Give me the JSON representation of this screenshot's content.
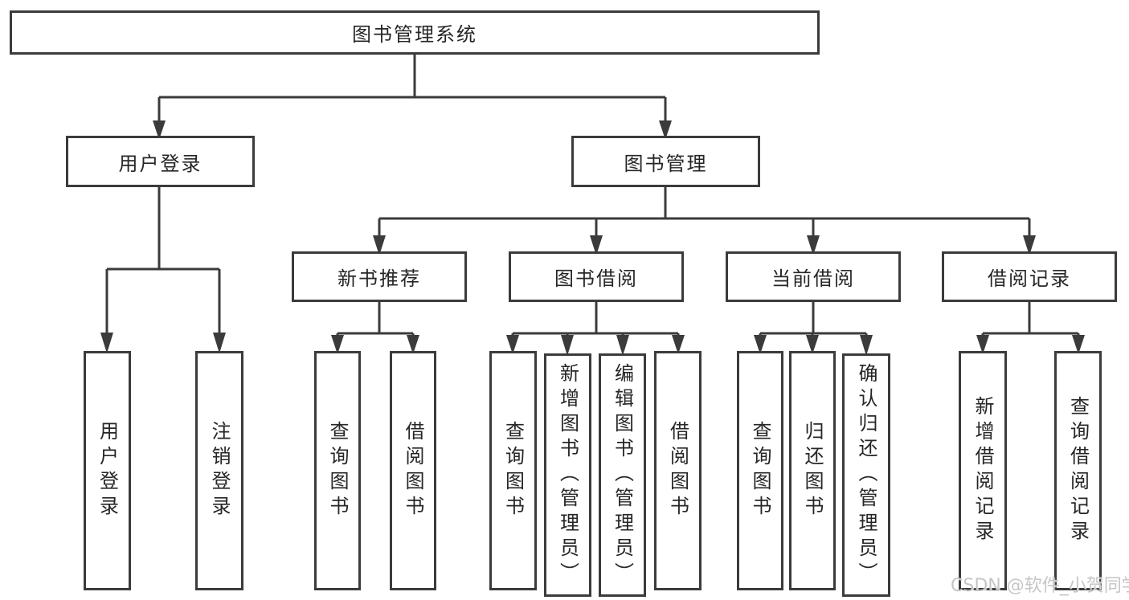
{
  "title": "图书管理系统",
  "tree": {
    "label": "图书管理系统",
    "children": [
      {
        "label": "用户登录",
        "children": [
          {
            "label": "用户登录"
          },
          {
            "label": "注销登录"
          }
        ]
      },
      {
        "label": "图书管理",
        "children": [
          {
            "label": "新书推荐",
            "children": [
              {
                "label": "查询图书"
              },
              {
                "label": "借阅图书"
              }
            ]
          },
          {
            "label": "图书借阅",
            "children": [
              {
                "label": "查询图书"
              },
              {
                "label": "新增图书（管理员）"
              },
              {
                "label": "编辑图书（管理员）"
              },
              {
                "label": "借阅图书"
              }
            ]
          },
          {
            "label": "当前借阅",
            "children": [
              {
                "label": "查询图书"
              },
              {
                "label": "归还图书"
              },
              {
                "label": "确认归还（管理员）"
              }
            ]
          },
          {
            "label": "借阅记录",
            "children": [
              {
                "label": "新增借阅记录"
              },
              {
                "label": "查询借阅记录"
              }
            ]
          }
        ]
      }
    ]
  },
  "watermark": "CSDN @软件_小贺同学",
  "colors": {
    "line": "#3b3b3b",
    "text": "#262626",
    "background": "#ffffff",
    "watermark": "#c6c6c6"
  }
}
